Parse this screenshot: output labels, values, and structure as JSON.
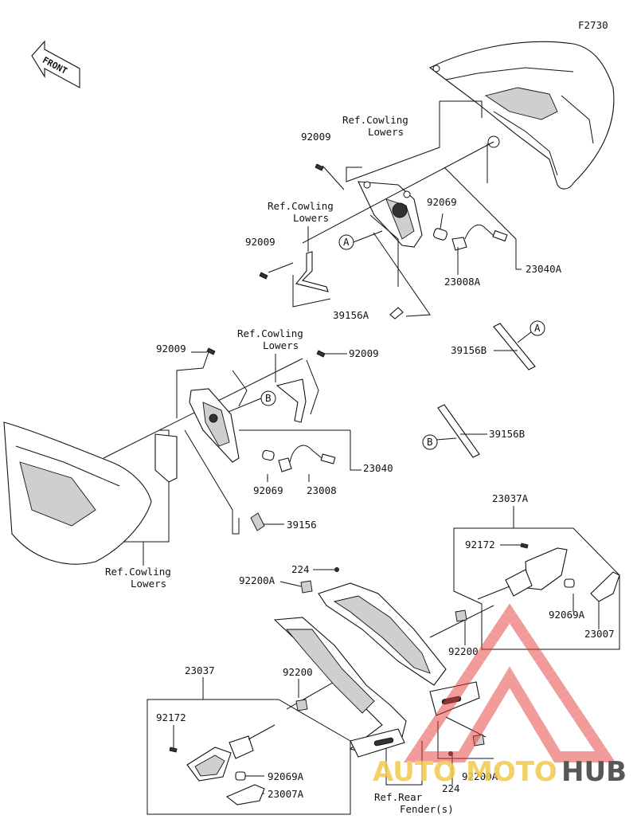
{
  "figure_code": "F2730",
  "front_arrow_text": "FRONT",
  "watermark": {
    "text_red": "AUTO",
    "text_yellow": "MOTO",
    "text_dark": "HUB",
    "brand_red": "#e23b3b",
    "brand_yellow": "#f2c94c",
    "brand_dark": "#3a3a3a"
  },
  "callouts": {
    "ref_cowling_lowers_1": "Ref.Cowling Lowers",
    "ref_cowling_lowers_2": "Ref.Cowling Lowers",
    "ref_cowling_lowers_3": "Ref.Cowling Lowers",
    "ref_cowling_lowers_4": "Ref.Cowling Lowers",
    "ref_rear_fender": "Ref.Rear Fender(s)",
    "p92009_a": "92009",
    "p92009_b": "92009",
    "p92009_c": "92009",
    "p92009_d": "92009",
    "p92069_a": "92069",
    "p92069_b": "92069",
    "p92069A_a": "92069A",
    "p92069A_b": "92069A",
    "p23008A": "23008A",
    "p23008": "23008",
    "p23040A": "23040A",
    "p23040": "23040",
    "p39156A": "39156A",
    "p39156B_a": "39156B",
    "p39156B_b": "39156B",
    "p39156": "39156",
    "p23037A": "23037A",
    "p23037": "23037",
    "p92172_a": "92172",
    "p92172_b": "92172",
    "p224_a": "224",
    "p224_b": "224",
    "p92200A_a": "92200A",
    "p92200A_b": "92200A",
    "p92200_a": "92200",
    "p92200_b": "92200",
    "p23007": "23007",
    "p23007A": "23007A",
    "marker_A": "A",
    "marker_B": "B"
  }
}
